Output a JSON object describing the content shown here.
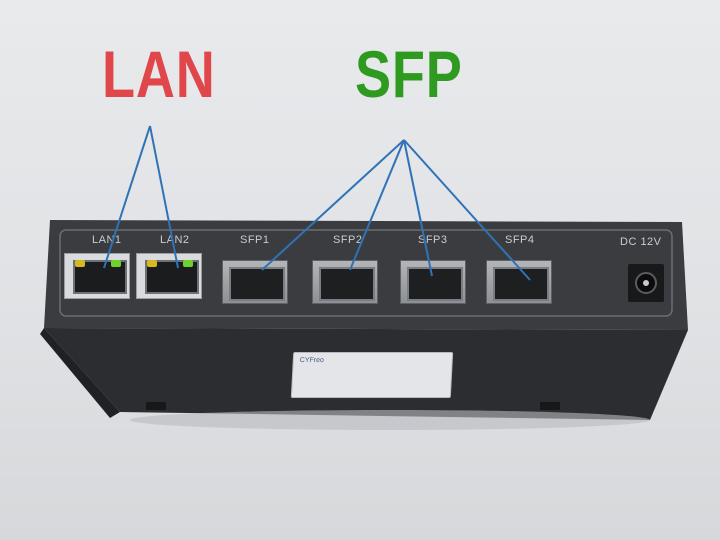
{
  "labels": {
    "lan": "LAN",
    "sfp": "SFP",
    "lan_color": "#e0474a",
    "sfp_color": "#2e9a1f"
  },
  "ports": {
    "lan1": "LAN1",
    "lan2": "LAN2",
    "sfp1": "SFP1",
    "sfp2": "SFP2",
    "sfp3": "SFP3",
    "sfp4": "SFP4",
    "dc": "DC 12V"
  },
  "sticker": {
    "brand": "CYFreo"
  },
  "colors": {
    "pointer_line": "#2f73b6",
    "chassis": "#3c3e42",
    "led_green": "#6fd12b",
    "led_amber": "#d7b81f"
  }
}
